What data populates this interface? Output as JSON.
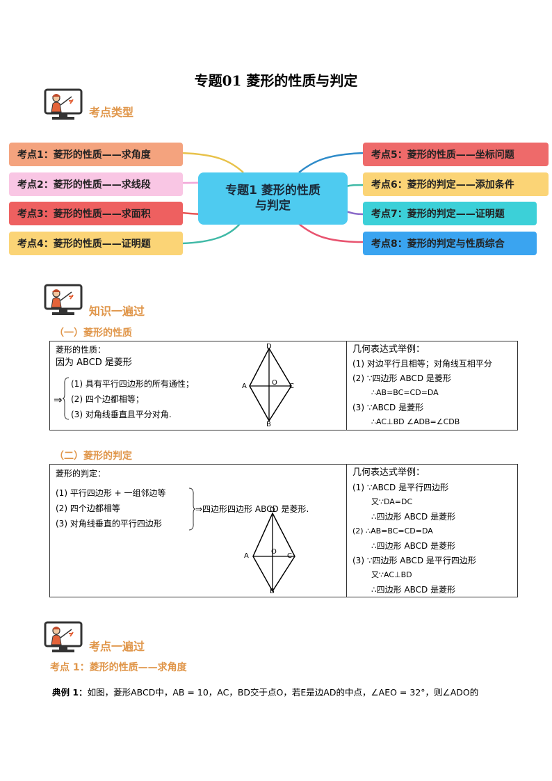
{
  "title": "专题01  菱形的性质与判定",
  "sections": {
    "kaodian_leixing": "考点类型",
    "zhishi": "知识一遍过",
    "kaodian_yibian": "考点一遍过"
  },
  "mindmap": {
    "center_line1": "专题1  菱形的性质",
    "center_line2": "与判定",
    "left": [
      {
        "label": "考点1：菱形的性质——求角度",
        "color": "#f4a37e",
        "line": "#e8c24a"
      },
      {
        "label": "考点2：菱形的性质——求线段",
        "color": "#f9c6e4",
        "line": "#f2a6d8"
      },
      {
        "label": "考点3：菱形的性质——求面积",
        "color": "#ee6060",
        "line": "#e85454"
      },
      {
        "label": "考点4：菱形的性质——证明题",
        "color": "#fbd476",
        "line": "#3fb9a6"
      }
    ],
    "right": [
      {
        "label": "考点5：菱形的性质——坐标问题",
        "color": "#ee6a6a",
        "line": "#2e8bc9"
      },
      {
        "label": "考点6：菱形的判定——添加条件",
        "color": "#fbd476",
        "line": "#3fb9a6"
      },
      {
        "label": "考点7：菱形的判定——证明题",
        "color": "#3cd0d8",
        "line": "#8b6bc9"
      },
      {
        "label": "考点8：菱形的判定与性质综合",
        "color": "#3aa4f0",
        "line": "#e85470"
      }
    ]
  },
  "part1": {
    "heading": "（一）菱形的性质",
    "left_title": "菱形的性质：",
    "left_because": "因为 ABCD 是菱形",
    "arrow": "⇒",
    "items": [
      "(1) 具有平行四边形的所有通性；",
      "(2) 四个边都相等；",
      "(3) 对角线垂直且平分对角."
    ],
    "labels": {
      "A": "A",
      "B": "B",
      "C": "C",
      "D": "D",
      "O": "O"
    },
    "right_title": "几何表达式举例：",
    "right_lines": [
      "(1) 对边平行且相等；对角线互相平分",
      "(2) ∵四边形 ABCD 是菱形",
      "∴AB=BC=CD=DA",
      "(3) ∵ABCD 是菱形",
      "∴AC⊥BD   ∠ADB=∠CDB"
    ]
  },
  "part2": {
    "heading": "（二）菱形的判定",
    "left_title": "菱形的判定：",
    "items": [
      "(1) 平行四边形 + 一组邻边等",
      "(2) 四个边都相等",
      "(3) 对角线垂直的平行四边形"
    ],
    "conclusion": "⇒四边形四边形 ABCD 是菱形.",
    "labels": {
      "A": "A",
      "B": "B",
      "C": "C",
      "D": "D",
      "O": "O"
    },
    "right_title": "几何表达式举例：",
    "right_lines": [
      "(1) ∵ABCD 是平行四边形",
      "又∵DA=DC",
      "∴四边形 ABCD 是菱形",
      "(2) ∴AB=BC=CD=DA",
      "∴四边形 ABCD 是菱形",
      "(3) ∵四边形 ABCD 是平行四边形",
      "又∵AC⊥BD",
      "∴四边形 ABCD 是菱形"
    ]
  },
  "kaodian1": "考点 1：菱形的性质——求角度",
  "example1": {
    "lead": "典例 1：",
    "text": "如图，菱形ABCD中，AB = 10，AC，BD交于点O，若E是边AD的中点，∠AEO = 32°，则∠ADO的"
  }
}
